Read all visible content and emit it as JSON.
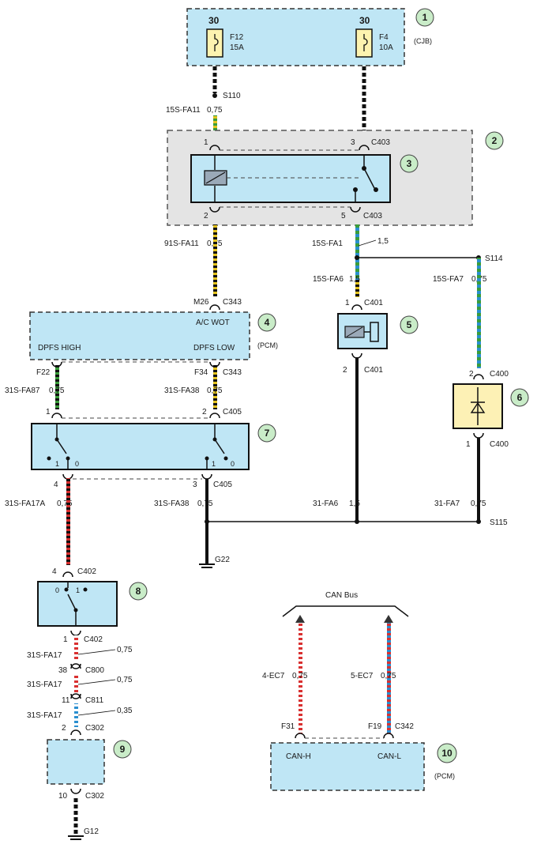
{
  "blocks": [
    {
      "num": "1",
      "note": "(CJB)"
    },
    {
      "num": "2"
    },
    {
      "num": "3"
    },
    {
      "num": "4",
      "note": "(PCM)",
      "top_label": "A/C WOT",
      "pins": [
        "DPFS HIGH",
        "DPFS LOW"
      ]
    },
    {
      "num": "5"
    },
    {
      "num": "6"
    },
    {
      "num": "7"
    },
    {
      "num": "8"
    },
    {
      "num": "9"
    },
    {
      "num": "10",
      "note": "(PCM)",
      "pins": [
        "CAN-H",
        "CAN-L"
      ]
    }
  ],
  "fuses": [
    {
      "pin": "30",
      "name": "F12",
      "rating": "15A"
    },
    {
      "pin": "30",
      "name": "F4",
      "rating": "10A"
    }
  ],
  "labels": {
    "s110": "S110",
    "s114": "S114",
    "s115": "S115",
    "w_15s_fa11": "15S-FA11",
    "w_15s_fa11_g": "0,75",
    "c403_1_pin": "1",
    "c403_3_pin": "3",
    "c403": "C403",
    "c403_2_pin": "2",
    "c403_5_pin": "5",
    "c403b": "C403",
    "w_91s_fa11": "91S-FA11",
    "w_91s_fa11_g": "0,75",
    "w_15s_fa1": "15S-FA1",
    "w_15s_fa1_g": "1,5",
    "w_15s_fa6": "15S-FA6",
    "w_15s_fa6_g": "1,5",
    "w_15s_fa7": "15S-FA7",
    "w_15s_fa7_g": "0,75",
    "m26": "M26",
    "c343": "C343",
    "c401_1_pin": "1",
    "c401": "C401",
    "c401_2_pin": "2",
    "c401b": "C401",
    "c400_2_pin": "2",
    "c400": "C400",
    "c400_1_pin": "1",
    "c400b": "C400",
    "f22": "F22",
    "f34": "F34",
    "c343b": "C343",
    "w_31s_fa87": "31S-FA87",
    "w_31s_fa87_g": "0,75",
    "w_31s_fa38": "31S-FA38",
    "w_31s_fa38_g": "0,75",
    "c405_1_pin": "1",
    "c405_2_pin": "2",
    "c405": "C405",
    "sw7_1a": "1",
    "sw7_0a": "0",
    "sw7_1b": "1",
    "sw7_0b": "0",
    "c405_4_pin": "4",
    "c405_3_pin": "3",
    "c405b": "C405",
    "w_31s_fa17a": "31S-FA17A",
    "w_31s_fa17a_g": "0,75",
    "w_31s_fa38b": "31S-FA38",
    "w_31s_fa38b_g": "0,75",
    "w_31_fa6": "31-FA6",
    "w_31_fa6_g": "1,5",
    "w_31_fa7": "31-FA7",
    "w_31_fa7_g": "0,75",
    "g22": "G22",
    "c402_4_pin": "4",
    "c402": "C402",
    "sw8_0": "0",
    "sw8_1": "1",
    "c402_1_pin": "1",
    "c402b": "C402",
    "w_31s_fa17_1": "31S-FA17",
    "w_31s_fa17_1_g": "0,75",
    "c800_pin": "38",
    "c800": "C800",
    "w_31s_fa17_2": "31S-FA17",
    "w_31s_fa17_2_g": "0,75",
    "c811_pin": "11",
    "c811": "C811",
    "w_31s_fa17_3": "31S-FA17",
    "w_31s_fa17_3_g": "0,35",
    "c302_2_pin": "2",
    "c302": "C302",
    "c302_10_pin": "10",
    "c302b": "C302",
    "g12": "G12",
    "can_bus": "CAN Bus",
    "w_4_ec7": "4-EC7",
    "w_4_ec7_g": "0,75",
    "w_5_ec7": "5-EC7",
    "w_5_ec7_g": "0,75",
    "f31": "F31",
    "f19": "F19",
    "c342": "C342"
  },
  "colors": {
    "box": "#bfe6f5",
    "grey": "#e4e4e4",
    "fuse": "#fdf3b0",
    "diode": "#fdf1b5",
    "callout": "#c9ecc8"
  }
}
